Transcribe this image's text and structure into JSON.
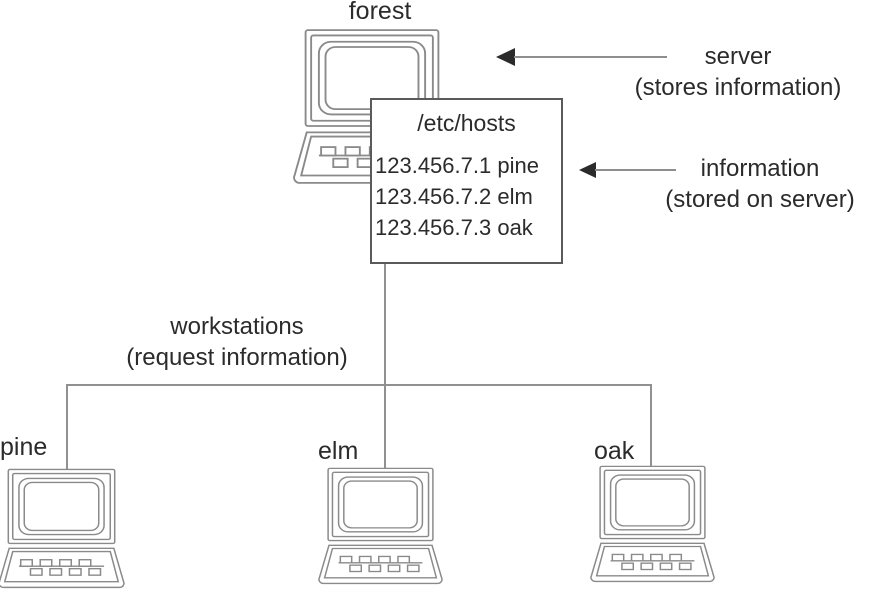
{
  "server": {
    "name": "forest"
  },
  "hosts_box": {
    "title": "/etc/hosts",
    "entries": [
      "123.456.7.1 pine",
      "123.456.7.2 elm",
      "123.456.7.3 oak"
    ]
  },
  "callouts": {
    "server": {
      "line1": "server",
      "line2": "(stores information)"
    },
    "information": {
      "line1": "information",
      "line2": "(stored on server)"
    },
    "workstations": {
      "line1": "workstations",
      "line2": "(request information)"
    }
  },
  "workstations": [
    {
      "name": "pine"
    },
    {
      "name": "elm"
    },
    {
      "name": "oak"
    }
  ],
  "colors": {
    "background": "#ffffff",
    "text": "#2b2b2b",
    "connection_line": "#909090",
    "icon_stroke": "#8a8a8a",
    "box_border": "#5a5a5a",
    "arrow_head": "#2b2b2b",
    "arrow_shaft": "#8e8e8e"
  }
}
